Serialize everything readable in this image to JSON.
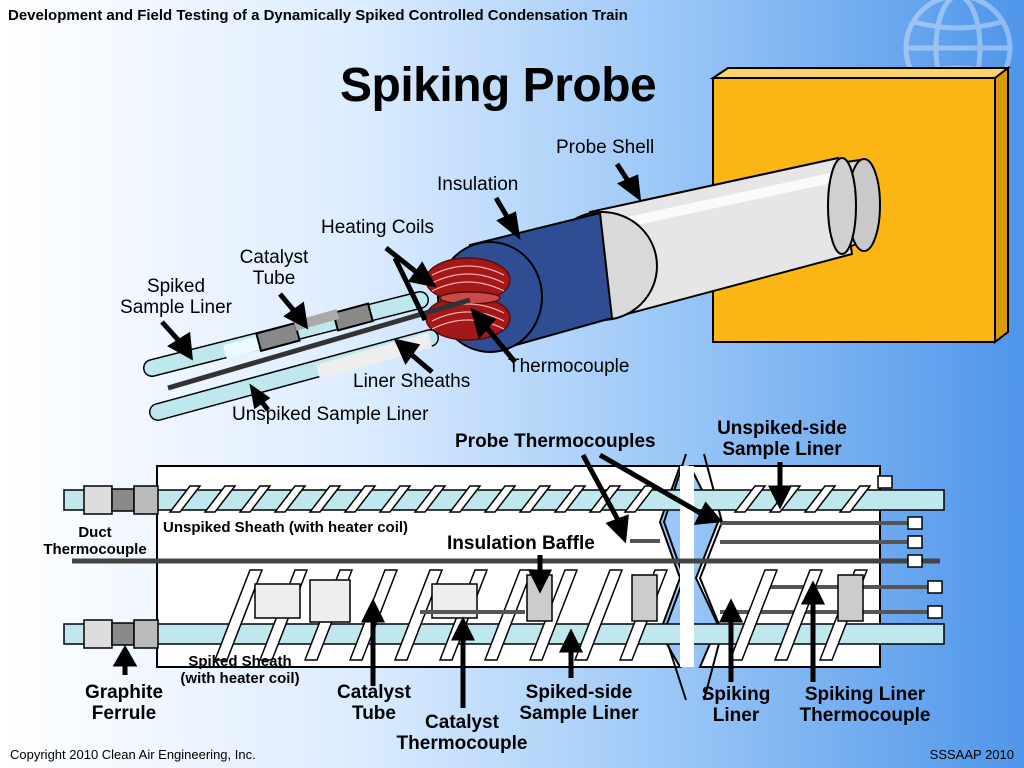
{
  "header": {
    "top_title": "Development and Field Testing of a Dynamically Spiked Controlled Condensation Train",
    "main_title": "Spiking Probe"
  },
  "upper_labels": {
    "probe_shell": "Probe Shell",
    "insulation": "Insulation",
    "heating_coils": "Heating Coils",
    "catalyst_tube": [
      "Catalyst",
      "Tube"
    ],
    "spiked_sample_liner": [
      "Spiked",
      "Sample Liner"
    ],
    "thermocouple": "Thermocouple",
    "liner_sheaths": "Liner Sheaths",
    "unspiked_sample_liner": "Unspiked Sample Liner"
  },
  "lower_labels": {
    "probe_thermocouples": "Probe Thermocouples",
    "unspiked_side_sample_liner": [
      "Unspiked-side",
      "Sample Liner"
    ],
    "duct_thermocouple": [
      "Duct",
      "Thermocouple"
    ],
    "unspiked_sheath": "Unspiked Sheath (with heater coil)",
    "insulation_baffle": "Insulation Baffle",
    "spiked_sheath": [
      "Spiked Sheath",
      "(with heater coil)"
    ],
    "graphite_ferrule": [
      "Graphite",
      "Ferrule"
    ],
    "catalyst_tube": [
      "Catalyst",
      "Tube"
    ],
    "catalyst_thermocouple": [
      "Catalyst",
      "Thermocouple"
    ],
    "spiked_side_sample_liner": [
      "Spiked-side",
      "Sample Liner"
    ],
    "spiking_liner": [
      "Spiking",
      "Liner"
    ],
    "spiking_liner_thermocouple": [
      "Spiking Liner",
      "Thermocouple"
    ]
  },
  "footer": {
    "copyright": "Copyright 2010 Clean Air Engineering, Inc.",
    "event": "SSSAAP 2010"
  },
  "colors": {
    "block": "#fbb515",
    "insulation": "#2e4d93",
    "coil": "#a31919",
    "liner": "#bfe8ee"
  }
}
